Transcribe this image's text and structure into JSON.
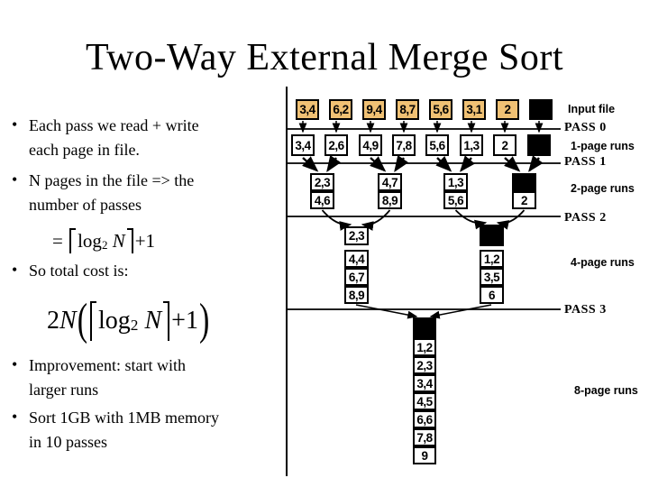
{
  "title": "Two-Way External Merge Sort",
  "bullets": [
    "Each pass we read + write\neach page in file.",
    "N pages in the file => the\nnumber of passes",
    "So total cost is:",
    "Improvement: start with\nlarger runs",
    "Sort 1GB with 1MB memory\nin 10 passes"
  ],
  "formulas": {
    "f1": {
      "eq": "= ",
      "log": "log",
      "sub": "2",
      "n": " N",
      "tail": "+1"
    },
    "f2": {
      "coef": "2",
      "coef_n": "N",
      "open": "(",
      "log": "log",
      "sub": "2",
      "n": " N",
      "tail": "+1",
      "close": ")"
    }
  },
  "diagram": {
    "colors": {
      "input_fill": "#F0C174",
      "black": "#000000"
    },
    "labels": {
      "input": "Input file",
      "runs": [
        "1-page runs",
        "2-page runs",
        "4-page runs",
        "8-page runs"
      ],
      "passes": [
        "PASS 0",
        "PASS 1",
        "PASS 2",
        "PASS 3"
      ]
    },
    "input_cells": [
      "3,4",
      "6,2",
      "9,4",
      "8,7",
      "5,6",
      "3,1",
      "2",
      null
    ],
    "one_page_cells": [
      "3,4",
      "2,6",
      "4,9",
      "7,8",
      "5,6",
      "1,3",
      "2",
      null
    ],
    "two_page_groups": [
      [
        "2,3",
        "4,6"
      ],
      [
        "4,7",
        "8,9"
      ],
      [
        "1,3",
        "5,6"
      ],
      [
        null,
        "2"
      ]
    ],
    "four_page_groups": [
      [
        "2,3",
        "4,4",
        "6,7",
        "8,9"
      ],
      [
        null,
        "1,2",
        "3,5",
        "6"
      ]
    ],
    "eight_page_cells": [
      null,
      "1,2",
      "2,3",
      "3,4",
      "4,5",
      "6,6",
      "7,8",
      "9"
    ]
  }
}
